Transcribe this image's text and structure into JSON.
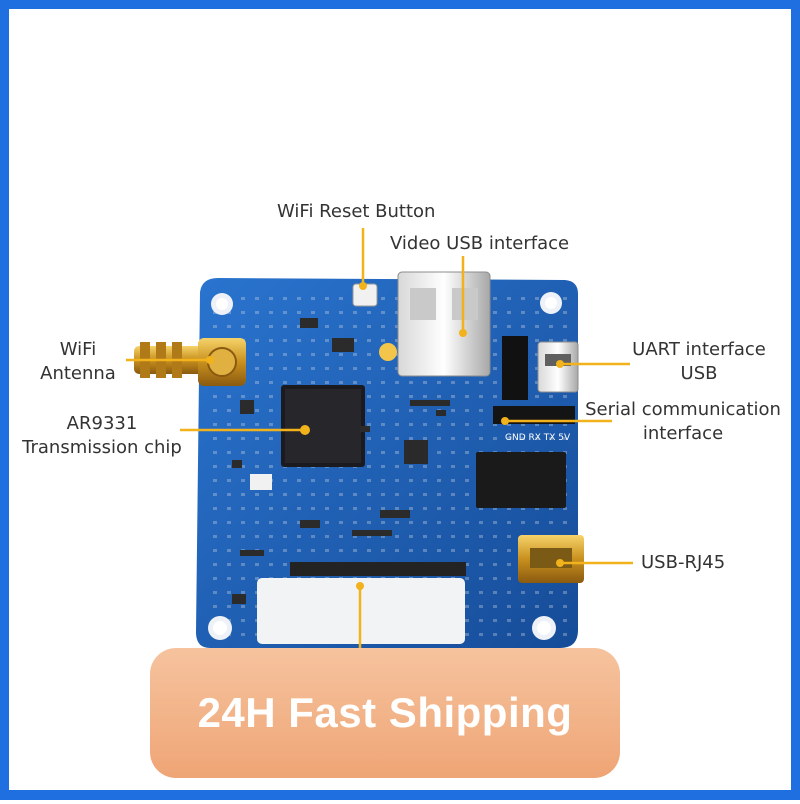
{
  "labels": {
    "wifi_reset_button": "WiFi Reset Button",
    "video_usb_interface": "Video USB interface",
    "wifi_antenna_line1": "WiFi",
    "wifi_antenna_line2": "Antenna",
    "uart_line1": "UART interface",
    "uart_line2": "USB",
    "chip_line1": "AR9331",
    "chip_line2": "Transmission chip",
    "serial_line1": "Serial communication",
    "serial_line2": "interface",
    "usb_rj45": "USB-RJ45"
  },
  "banner": {
    "text": "24H Fast Shipping"
  },
  "colors": {
    "frame": "#1f6fe0",
    "board": "#1c5fb8",
    "leader_line": "#f2b21b",
    "banner": "#f0a878",
    "label_text": "#333333"
  }
}
